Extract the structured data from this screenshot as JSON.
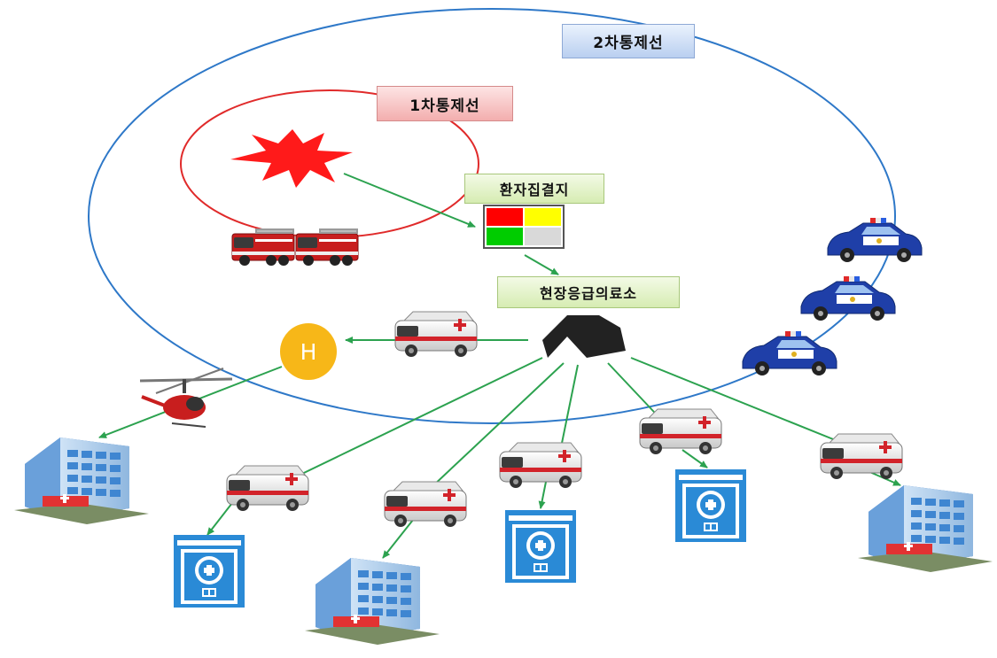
{
  "labels": {
    "cordon2": "2차통제선",
    "cordon1": "1차통제선",
    "gathering_point": "환자집결지",
    "field_medical_post": "현장응급의료소",
    "helipad": "H"
  },
  "colors": {
    "cordon2_line": "#2e78c8",
    "cordon1_line": "#e02a2a",
    "flow_arrow": "#2ca24f",
    "triage_red": "#ff0000",
    "triage_yellow": "#ffff00",
    "triage_green": "#00cc00",
    "triage_gray": "#d9d9d9",
    "helipad": "#f7b718",
    "hospital_blue": "#2a8ad6"
  },
  "icons": [
    "explosion-icon",
    "fire-truck-icon",
    "triage-board-icon",
    "tent-icon",
    "ambulance-icon",
    "police-car-icon",
    "helicopter-icon",
    "helipad-icon",
    "hospital-building-icon",
    "hospital-sign-icon"
  ]
}
